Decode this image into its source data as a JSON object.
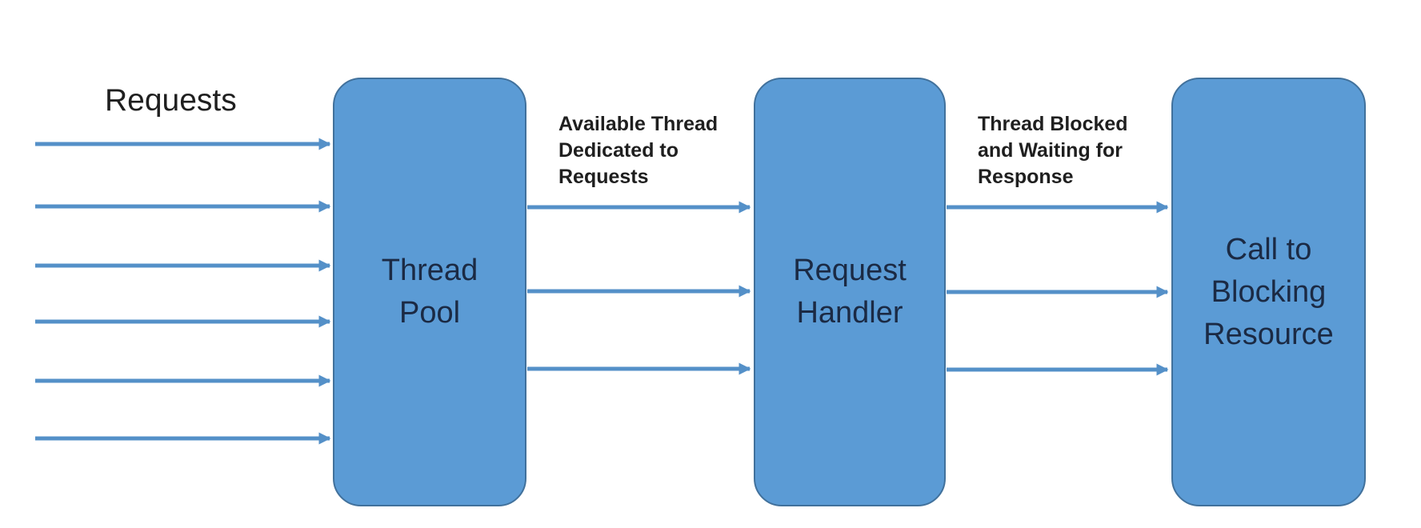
{
  "diagram": {
    "colors": {
      "node_fill": "#5B9BD5",
      "node_border": "#41719C",
      "arrow": "#5490C8",
      "node_text": "#1B2A44",
      "label_text": "#1F1F1F",
      "background": "#FFFFFF"
    },
    "labels": {
      "requests": "Requests",
      "available_thread": "Available Thread\nDedicated to\nRequests",
      "thread_blocked": "Thread Blocked\nand Waiting for\nResponse"
    },
    "nodes": [
      {
        "id": "thread-pool",
        "label": "Thread\nPool"
      },
      {
        "id": "request-handler",
        "label": "Request\nHandler"
      },
      {
        "id": "call-to-blocking-resource",
        "label": "Call to\nBlocking\nResource"
      }
    ],
    "arrows": {
      "request_count": 6,
      "dedicated_count": 3,
      "blocked_count": 3
    }
  }
}
